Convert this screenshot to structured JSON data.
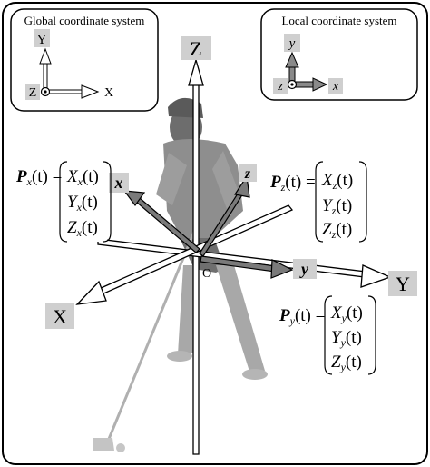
{
  "global_inset": {
    "title": "Global coordinate system",
    "y_label": "Y",
    "x_label": "X",
    "z_label": "Z"
  },
  "local_inset": {
    "title": "Local coordinate system",
    "y_label": "y",
    "x_label": "x",
    "z_label": "z"
  },
  "global_axes": {
    "z_label": "Z",
    "y_label": "Y",
    "x_label": "X",
    "origin_label": "O"
  },
  "local_axes": {
    "x_label": "x",
    "y_label": "y",
    "z_label": "z"
  },
  "equations": {
    "px": {
      "lhs_symbol": "P",
      "lhs_sub": "x",
      "lhs_arg": "(t) =",
      "rows": [
        {
          "main": "X",
          "sub": "x",
          "arg": "(t)"
        },
        {
          "main": "Y",
          "sub": "x",
          "arg": "(t)"
        },
        {
          "main": "Z",
          "sub": "x",
          "arg": "(t)"
        }
      ]
    },
    "pz": {
      "lhs_symbol": "P",
      "lhs_sub": "z",
      "lhs_arg": "(t) =",
      "rows": [
        {
          "main": "X",
          "sub": "z",
          "arg": "(t)"
        },
        {
          "main": "Y",
          "sub": "z",
          "arg": "(t)"
        },
        {
          "main": "Z",
          "sub": "z",
          "arg": "(t)"
        }
      ]
    },
    "py": {
      "lhs_symbol": "P",
      "lhs_sub": "y",
      "lhs_arg": "(t) =",
      "rows": [
        {
          "main": "X",
          "sub": "y",
          "arg": "(t)"
        },
        {
          "main": "Y",
          "sub": "y",
          "arg": "(t)"
        },
        {
          "main": "Z",
          "sub": "y",
          "arg": "(t)"
        }
      ]
    }
  },
  "colors": {
    "outline": "#000000",
    "label_box": "#cfcfcf",
    "golfer": "#9a9a9a",
    "local_arrow": "#7a7a7a"
  }
}
